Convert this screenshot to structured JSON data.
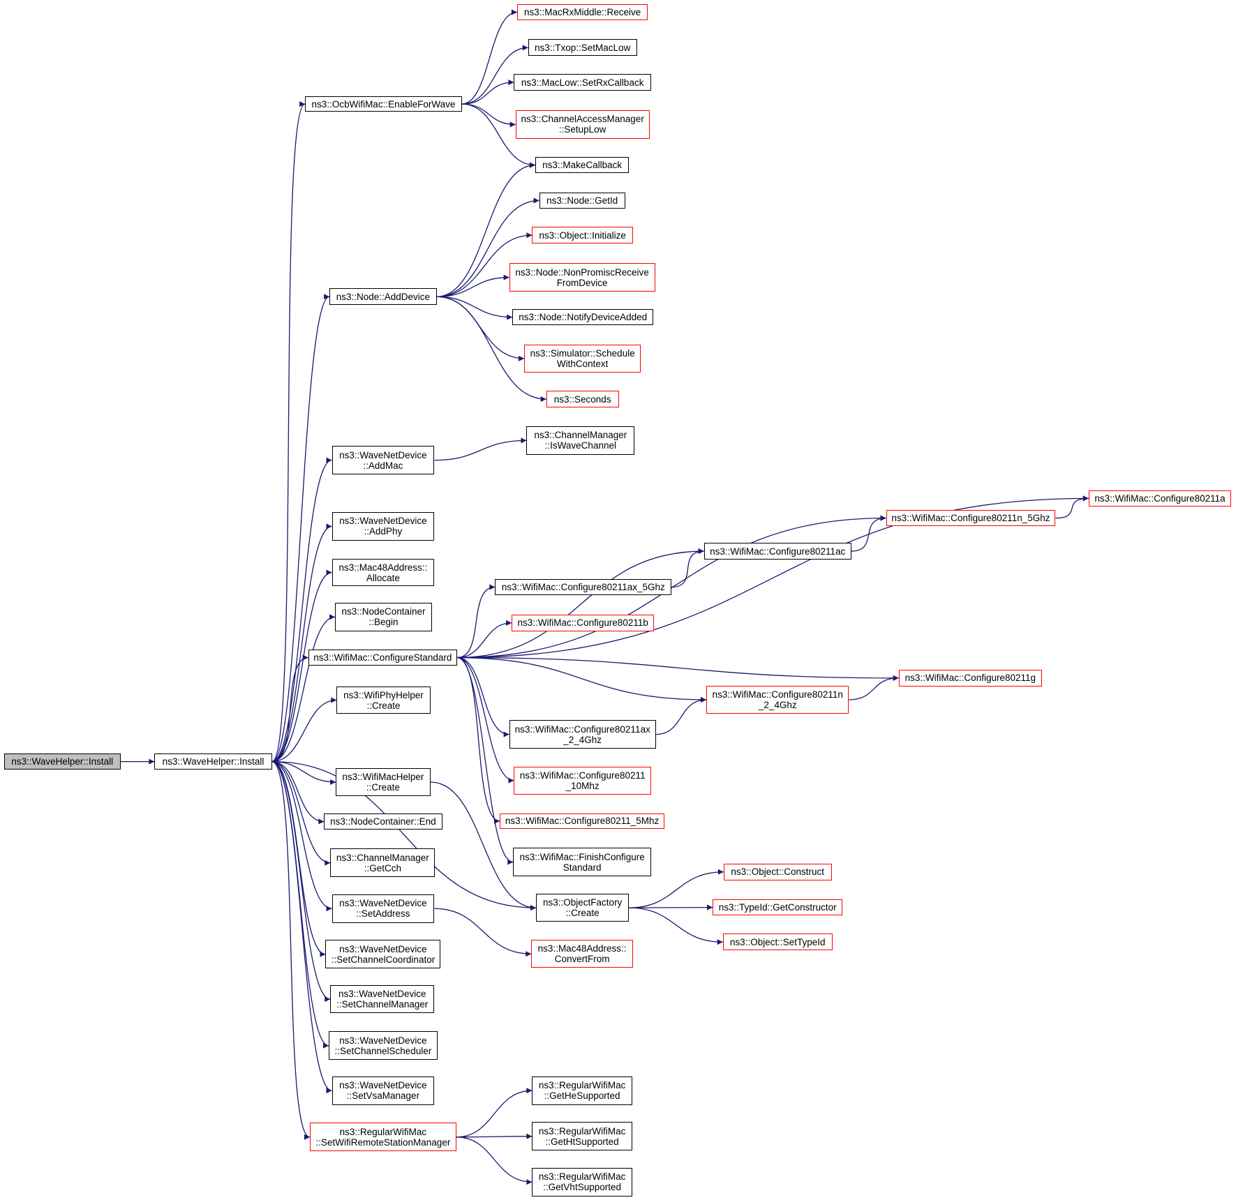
{
  "diagram": {
    "type": "call-graph",
    "title": "ns3::WaveHelper::Install",
    "colors": {
      "edge": "#191970",
      "node_border": "#000000",
      "node_border_undocumented": "#ff0000",
      "root_fill": "#bfbfbf",
      "background": "#ffffff"
    },
    "nodes": [
      {
        "id": "root",
        "label": "ns3::WaveHelper::Install",
        "style": "root"
      },
      {
        "id": "install",
        "label": "ns3::WaveHelper::Install",
        "style": "black"
      },
      {
        "id": "enableForWave",
        "label": "ns3::OcbWifiMac::EnableForWave",
        "style": "black"
      },
      {
        "id": "macRxReceive",
        "label": "ns3::MacRxMiddle::Receive",
        "style": "red"
      },
      {
        "id": "txopSetMacLow",
        "label": "ns3::Txop::SetMacLow",
        "style": "black"
      },
      {
        "id": "macLowSetRx",
        "label": "ns3::MacLow::SetRxCallback",
        "style": "black"
      },
      {
        "id": "camSetupLow",
        "label": "ns3::ChannelAccessManager\n::SetupLow",
        "style": "red"
      },
      {
        "id": "makeCallback",
        "label": "ns3::MakeCallback",
        "style": "black"
      },
      {
        "id": "nodeGetId",
        "label": "ns3::Node::GetId",
        "style": "black"
      },
      {
        "id": "objInitialize",
        "label": "ns3::Object::Initialize",
        "style": "red"
      },
      {
        "id": "nodeNonPromisc",
        "label": "ns3::Node::NonPromiscReceive\nFromDevice",
        "style": "red"
      },
      {
        "id": "nodeAddDevice",
        "label": "ns3::Node::AddDevice",
        "style": "black"
      },
      {
        "id": "nodeNotify",
        "label": "ns3::Node::NotifyDeviceAdded",
        "style": "black"
      },
      {
        "id": "simSchedule",
        "label": "ns3::Simulator::Schedule\nWithContext",
        "style": "red"
      },
      {
        "id": "seconds",
        "label": "ns3::Seconds",
        "style": "red"
      },
      {
        "id": "wndAddMac",
        "label": "ns3::WaveNetDevice\n::AddMac",
        "style": "black"
      },
      {
        "id": "cmIsWave",
        "label": "ns3::ChannelManager\n::IsWaveChannel",
        "style": "black"
      },
      {
        "id": "wndAddPhy",
        "label": "ns3::WaveNetDevice\n::AddPhy",
        "style": "black"
      },
      {
        "id": "macAllocate",
        "label": "ns3::Mac48Address::\nAllocate",
        "style": "black"
      },
      {
        "id": "ncBegin",
        "label": "ns3::NodeContainer\n::Begin",
        "style": "black"
      },
      {
        "id": "cfgStandard",
        "label": "ns3::WifiMac::ConfigureStandard",
        "style": "black"
      },
      {
        "id": "cfgA",
        "label": "ns3::WifiMac::Configure80211a",
        "style": "red"
      },
      {
        "id": "cfgN5",
        "label": "ns3::WifiMac::Configure80211n_5Ghz",
        "style": "red"
      },
      {
        "id": "cfgAc",
        "label": "ns3::WifiMac::Configure80211ac",
        "style": "black"
      },
      {
        "id": "cfgAx5",
        "label": "ns3::WifiMac::Configure80211ax_5Ghz",
        "style": "black"
      },
      {
        "id": "cfgB",
        "label": "ns3::WifiMac::Configure80211b",
        "style": "red"
      },
      {
        "id": "cfgG",
        "label": "ns3::WifiMac::Configure80211g",
        "style": "red"
      },
      {
        "id": "cfgN24",
        "label": "ns3::WifiMac::Configure80211n\n_2_4Ghz",
        "style": "red"
      },
      {
        "id": "cfgAx24",
        "label": "ns3::WifiMac::Configure80211ax\n_2_4Ghz",
        "style": "black"
      },
      {
        "id": "cfg10",
        "label": "ns3::WifiMac::Configure80211\n_10Mhz",
        "style": "red"
      },
      {
        "id": "cfg5",
        "label": "ns3::WifiMac::Configure80211_5Mhz",
        "style": "red"
      },
      {
        "id": "finishCfg",
        "label": "ns3::WifiMac::FinishConfigure\nStandard",
        "style": "black"
      },
      {
        "id": "phyHelperCreate",
        "label": "ns3::WifiPhyHelper\n::Create",
        "style": "black"
      },
      {
        "id": "macHelperCreate",
        "label": "ns3::WifiMacHelper\n::Create",
        "style": "black"
      },
      {
        "id": "ncEnd",
        "label": "ns3::NodeContainer::End",
        "style": "black"
      },
      {
        "id": "cmGetCch",
        "label": "ns3::ChannelManager\n::GetCch",
        "style": "black"
      },
      {
        "id": "wndSetAddress",
        "label": "ns3::WaveNetDevice\n::SetAddress",
        "style": "black"
      },
      {
        "id": "objFactoryCreate",
        "label": "ns3::ObjectFactory\n::Create",
        "style": "black"
      },
      {
        "id": "objConstruct",
        "label": "ns3::Object::Construct",
        "style": "red"
      },
      {
        "id": "typeIdGetCtor",
        "label": "ns3::TypeId::GetConstructor",
        "style": "red"
      },
      {
        "id": "objSetTypeId",
        "label": "ns3::Object::SetTypeId",
        "style": "red"
      },
      {
        "id": "macConvertFrom",
        "label": "ns3::Mac48Address::\nConvertFrom",
        "style": "red"
      },
      {
        "id": "wndSetCoord",
        "label": "ns3::WaveNetDevice\n::SetChannelCoordinator",
        "style": "black"
      },
      {
        "id": "wndSetMgr",
        "label": "ns3::WaveNetDevice\n::SetChannelManager",
        "style": "black"
      },
      {
        "id": "wndSetSched",
        "label": "ns3::WaveNetDevice\n::SetChannelScheduler",
        "style": "black"
      },
      {
        "id": "wndSetVsa",
        "label": "ns3::WaveNetDevice\n::SetVsaManager",
        "style": "black"
      },
      {
        "id": "rwmSetRsm",
        "label": "ns3::RegularWifiMac\n::SetWifiRemoteStationManager",
        "style": "red"
      },
      {
        "id": "rwmHe",
        "label": "ns3::RegularWifiMac\n::GetHeSupported",
        "style": "black"
      },
      {
        "id": "rwmHt",
        "label": "ns3::RegularWifiMac\n::GetHtSupported",
        "style": "black"
      },
      {
        "id": "rwmVht",
        "label": "ns3::RegularWifiMac\n::GetVhtSupported",
        "style": "black"
      }
    ],
    "edges": [
      [
        "root",
        "install"
      ],
      [
        "install",
        "enableForWave"
      ],
      [
        "install",
        "nodeAddDevice"
      ],
      [
        "install",
        "wndAddMac"
      ],
      [
        "install",
        "wndAddPhy"
      ],
      [
        "install",
        "macAllocate"
      ],
      [
        "install",
        "ncBegin"
      ],
      [
        "install",
        "cfgStandard"
      ],
      [
        "install",
        "phyHelperCreate"
      ],
      [
        "install",
        "macHelperCreate"
      ],
      [
        "install",
        "ncEnd"
      ],
      [
        "install",
        "cmGetCch"
      ],
      [
        "install",
        "wndSetAddress"
      ],
      [
        "install",
        "wndSetCoord"
      ],
      [
        "install",
        "wndSetMgr"
      ],
      [
        "install",
        "wndSetSched"
      ],
      [
        "install",
        "wndSetVsa"
      ],
      [
        "install",
        "rwmSetRsm"
      ],
      [
        "install",
        "objFactoryCreate"
      ],
      [
        "enableForWave",
        "macRxReceive"
      ],
      [
        "enableForWave",
        "txopSetMacLow"
      ],
      [
        "enableForWave",
        "macLowSetRx"
      ],
      [
        "enableForWave",
        "camSetupLow"
      ],
      [
        "enableForWave",
        "makeCallback"
      ],
      [
        "nodeAddDevice",
        "makeCallback"
      ],
      [
        "nodeAddDevice",
        "nodeGetId"
      ],
      [
        "nodeAddDevice",
        "objInitialize"
      ],
      [
        "nodeAddDevice",
        "nodeNonPromisc"
      ],
      [
        "nodeAddDevice",
        "nodeNotify"
      ],
      [
        "nodeAddDevice",
        "simSchedule"
      ],
      [
        "nodeAddDevice",
        "seconds"
      ],
      [
        "wndAddMac",
        "cmIsWave"
      ],
      [
        "cfgStandard",
        "cfgA"
      ],
      [
        "cfgStandard",
        "cfgN5"
      ],
      [
        "cfgStandard",
        "cfgAc"
      ],
      [
        "cfgStandard",
        "cfgAx5"
      ],
      [
        "cfgStandard",
        "cfgB"
      ],
      [
        "cfgStandard",
        "cfgG"
      ],
      [
        "cfgStandard",
        "cfgN24"
      ],
      [
        "cfgStandard",
        "cfgAx24"
      ],
      [
        "cfgStandard",
        "cfg10"
      ],
      [
        "cfgStandard",
        "cfg5"
      ],
      [
        "cfgStandard",
        "finishCfg"
      ],
      [
        "cfgN5",
        "cfgA"
      ],
      [
        "cfgAc",
        "cfgN5"
      ],
      [
        "cfgAx5",
        "cfgAc"
      ],
      [
        "cfgN24",
        "cfgG"
      ],
      [
        "cfgAx24",
        "cfgN24"
      ],
      [
        "macHelperCreate",
        "objFactoryCreate"
      ],
      [
        "objFactoryCreate",
        "objConstruct"
      ],
      [
        "objFactoryCreate",
        "typeIdGetCtor"
      ],
      [
        "objFactoryCreate",
        "objSetTypeId"
      ],
      [
        "wndSetAddress",
        "macConvertFrom"
      ],
      [
        "rwmSetRsm",
        "rwmHe"
      ],
      [
        "rwmSetRsm",
        "rwmHt"
      ],
      [
        "rwmSetRsm",
        "rwmVht"
      ]
    ]
  }
}
